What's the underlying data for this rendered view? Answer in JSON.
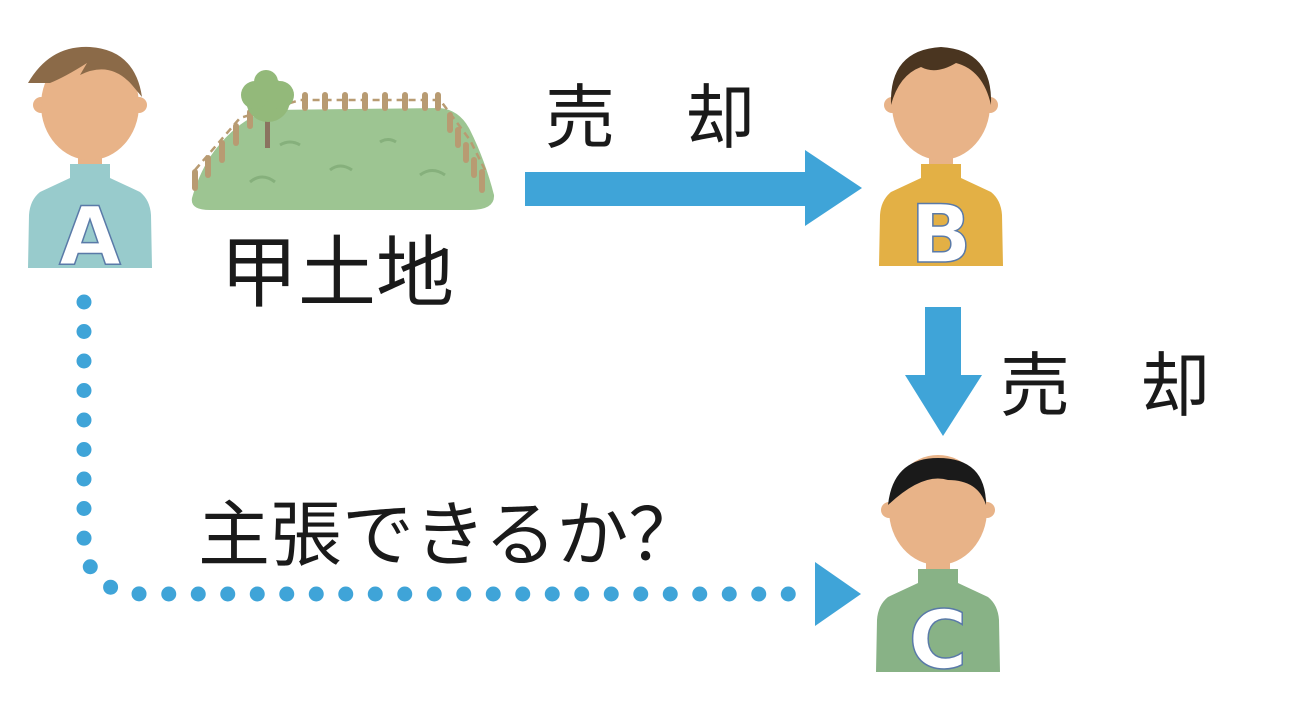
{
  "colors": {
    "arrow": "#3FA4D8",
    "skin": "#E8B388",
    "land": "#9DC592",
    "fence": "#B89B72"
  },
  "persons": [
    {
      "id": "a",
      "letter": "A",
      "shirt": "#98CBCC",
      "hair": "#8B6A48"
    },
    {
      "id": "b",
      "letter": "B",
      "shirt": "#E3B045",
      "hair": "#4A3520"
    },
    {
      "id": "c",
      "letter": "C",
      "shirt": "#88B286",
      "hair": "#1A1A1A"
    }
  ],
  "labels": {
    "land": "甲土地",
    "sale_ab": "売　却",
    "sale_bc": "売　却",
    "claim": "主張できるか？"
  }
}
